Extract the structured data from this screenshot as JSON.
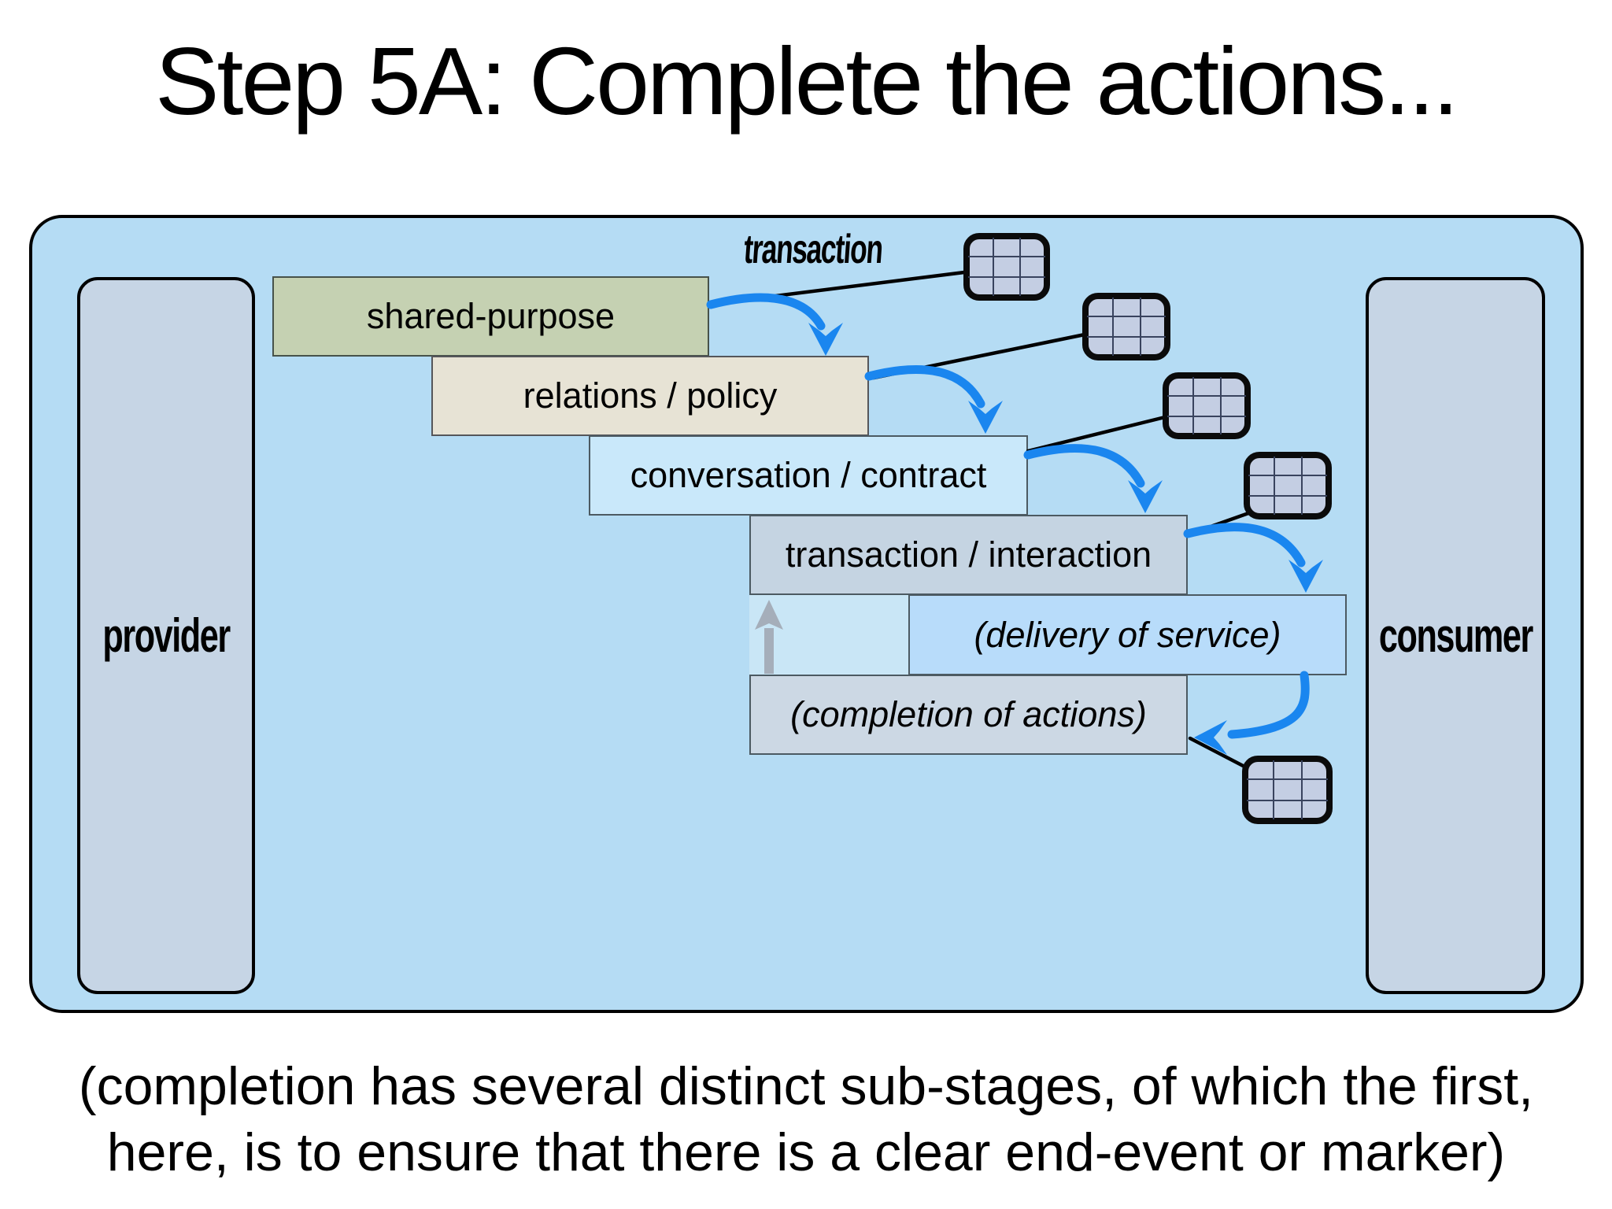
{
  "title": "Step 5A: Complete the actions...",
  "caption": {
    "line1": "(completion has several distinct sub-stages, of which the first,",
    "line2": "here, is to ensure that there is a clear end-event or marker)"
  },
  "diagram": {
    "transaction_label": "transaction",
    "provider_label": "provider",
    "consumer_label": "consumer",
    "stages": [
      {
        "label": "shared-purpose",
        "fill": "#c5d1b2",
        "italic": false
      },
      {
        "label": "relations / policy",
        "fill": "#e7e3d5",
        "italic": false
      },
      {
        "label": "conversation / contract",
        "fill": "#c9e8fa",
        "italic": false
      },
      {
        "label": "transaction / interaction",
        "fill": "#c5d4e2",
        "italic": false
      },
      {
        "label": "(delivery of service)",
        "fill": "#b8dcfa",
        "italic": true
      },
      {
        "label": "(completion of actions)",
        "fill": "#ccd8e4",
        "italic": true
      }
    ],
    "icons": {
      "grid_card": "rounded card with 3x3 grid, appears 5 times along the cascade"
    },
    "flow_arrows_count": 5,
    "upward_arrow": "gray arrow from (completion of actions) up to (transaction / interaction)",
    "colors": {
      "page_bg": "#ffffff",
      "panel_bg": "#b5dcf4",
      "panel_border": "#000000",
      "actor_fill": "#c6d5e5",
      "stage_border": "#4c5a62",
      "arrow_blue": "#1a86ef",
      "connector_black": "#000000",
      "upward_arrow_gray": "#a5aeba",
      "card_fill": "#c4cee3",
      "card_grid": "#39435e",
      "gap_fill": "#c9e6f6",
      "text": "#000000"
    }
  }
}
